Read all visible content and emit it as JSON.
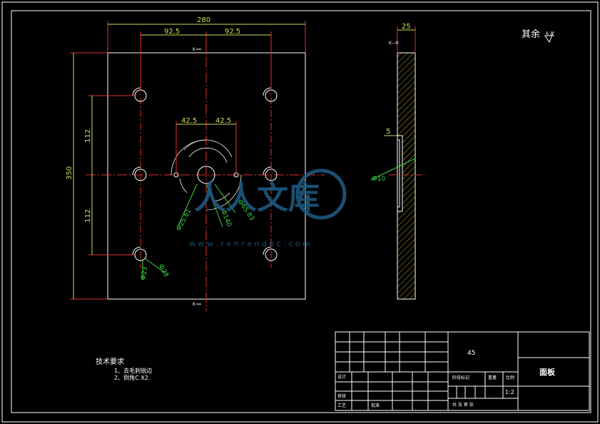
{
  "drawing": {
    "dimensions": {
      "overall_width": "280",
      "half_left": "92.5",
      "half_right": "92.5",
      "inner_left": "42.5",
      "inner_right": "42.5",
      "overall_height": "350",
      "upper_vertical": "112",
      "lower_vertical": "112",
      "side_thickness": "25",
      "side_step": "5",
      "side_hole": "Ф10",
      "hole_dia_a": "Ф25.61",
      "hole_dia_b": "Ф65.83",
      "hole_dia_c": "Ф140",
      "hole_dia_d": "Ф23",
      "hole_dia_e": "Ф23"
    },
    "section_marks": {
      "top": "K",
      "bottom": "K",
      "side_label": "K—K"
    },
    "surface_note": {
      "text": "其余",
      "value": "6.3"
    },
    "tech_req": {
      "title": "技术要求",
      "item1": "1、去毛刺锐边",
      "item2": "2、倒角C X2."
    },
    "watermark": {
      "logo_text": "人人文库",
      "url": "w w w . r e n r e n d o c . c o m"
    },
    "title_block": {
      "material": "45",
      "part_name": "面板",
      "designer": "设计",
      "checker": "审核",
      "process": "工艺",
      "approve": "批准",
      "stage_label": "阶段标记",
      "weight_label": "重量",
      "scale_label": "比例",
      "scale": "1:2",
      "sheet_info": "共 张 第 张"
    }
  }
}
